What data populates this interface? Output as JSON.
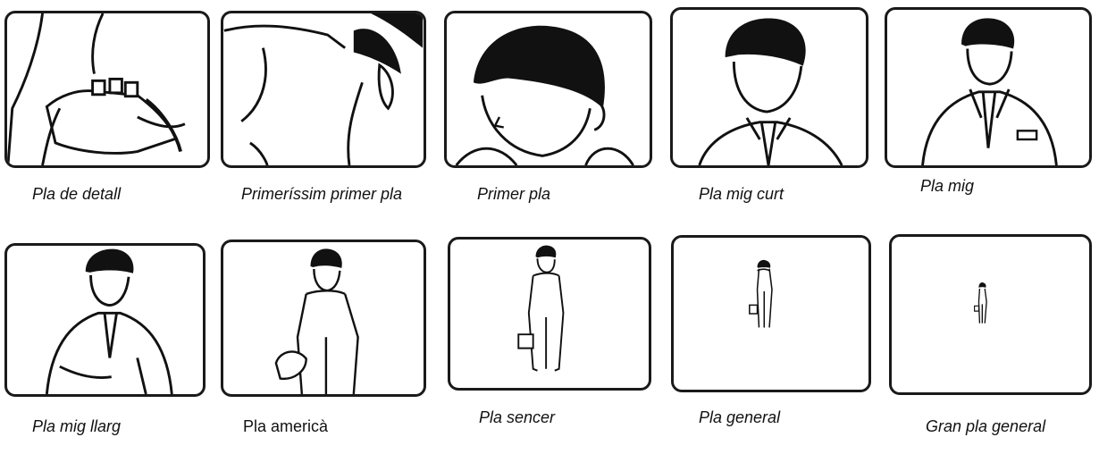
{
  "shots": [
    {
      "id": "detail",
      "label": "Pla de detall"
    },
    {
      "id": "extreme-closeup",
      "label": "Primeríssim primer pla"
    },
    {
      "id": "closeup",
      "label": "Primer pla"
    },
    {
      "id": "medium-closeup",
      "label": "Pla mig curt"
    },
    {
      "id": "medium",
      "label": "Pla mig"
    },
    {
      "id": "medium-long",
      "label": "Pla mig llarg"
    },
    {
      "id": "american",
      "label": "Pla americà"
    },
    {
      "id": "full",
      "label": "Pla sencer"
    },
    {
      "id": "general",
      "label": "Pla general"
    },
    {
      "id": "extreme-general",
      "label": "Gran pla general"
    }
  ]
}
